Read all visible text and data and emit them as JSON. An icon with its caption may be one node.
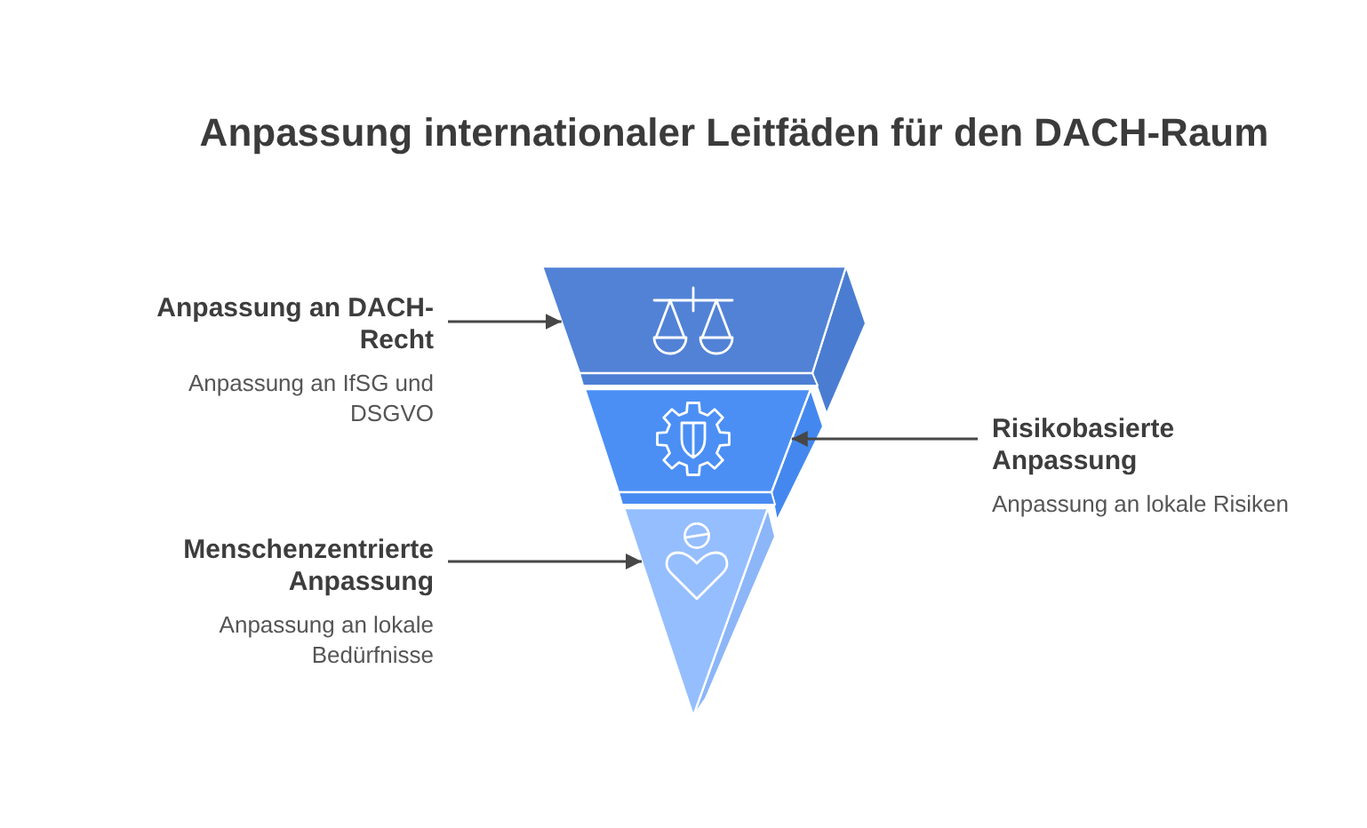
{
  "diagram": {
    "title": "Anpassung internationaler Leitfäden für den DACH-Raum",
    "nodes": [
      {
        "text": [],
        "shape": "trapezoid"
      },
      {
        "text": [
          "Anpassung an DACH-Recht",
          "Anpassung an IfSG und DSGVO"
        ]
      },
      {
        "text": [],
        "shape": "trapezoid"
      },
      {
        "text": [
          "Risikobasierte Anpassung",
          "Anpassung an lokale Risiken"
        ]
      },
      {
        "text": [],
        "shape": "triangle"
      },
      {
        "text": [
          "Menschenzentrierte Anpassung",
          "Anpassung an lokale Bedürfnisse"
        ]
      }
    ],
    "edges": [
      {
        "from": 1,
        "to": 0,
        "arrow": "to"
      },
      {
        "from": 3,
        "to": 2,
        "arrow": "to"
      },
      {
        "from": 5,
        "to": 4,
        "arrow": "to"
      }
    ]
  }
}
